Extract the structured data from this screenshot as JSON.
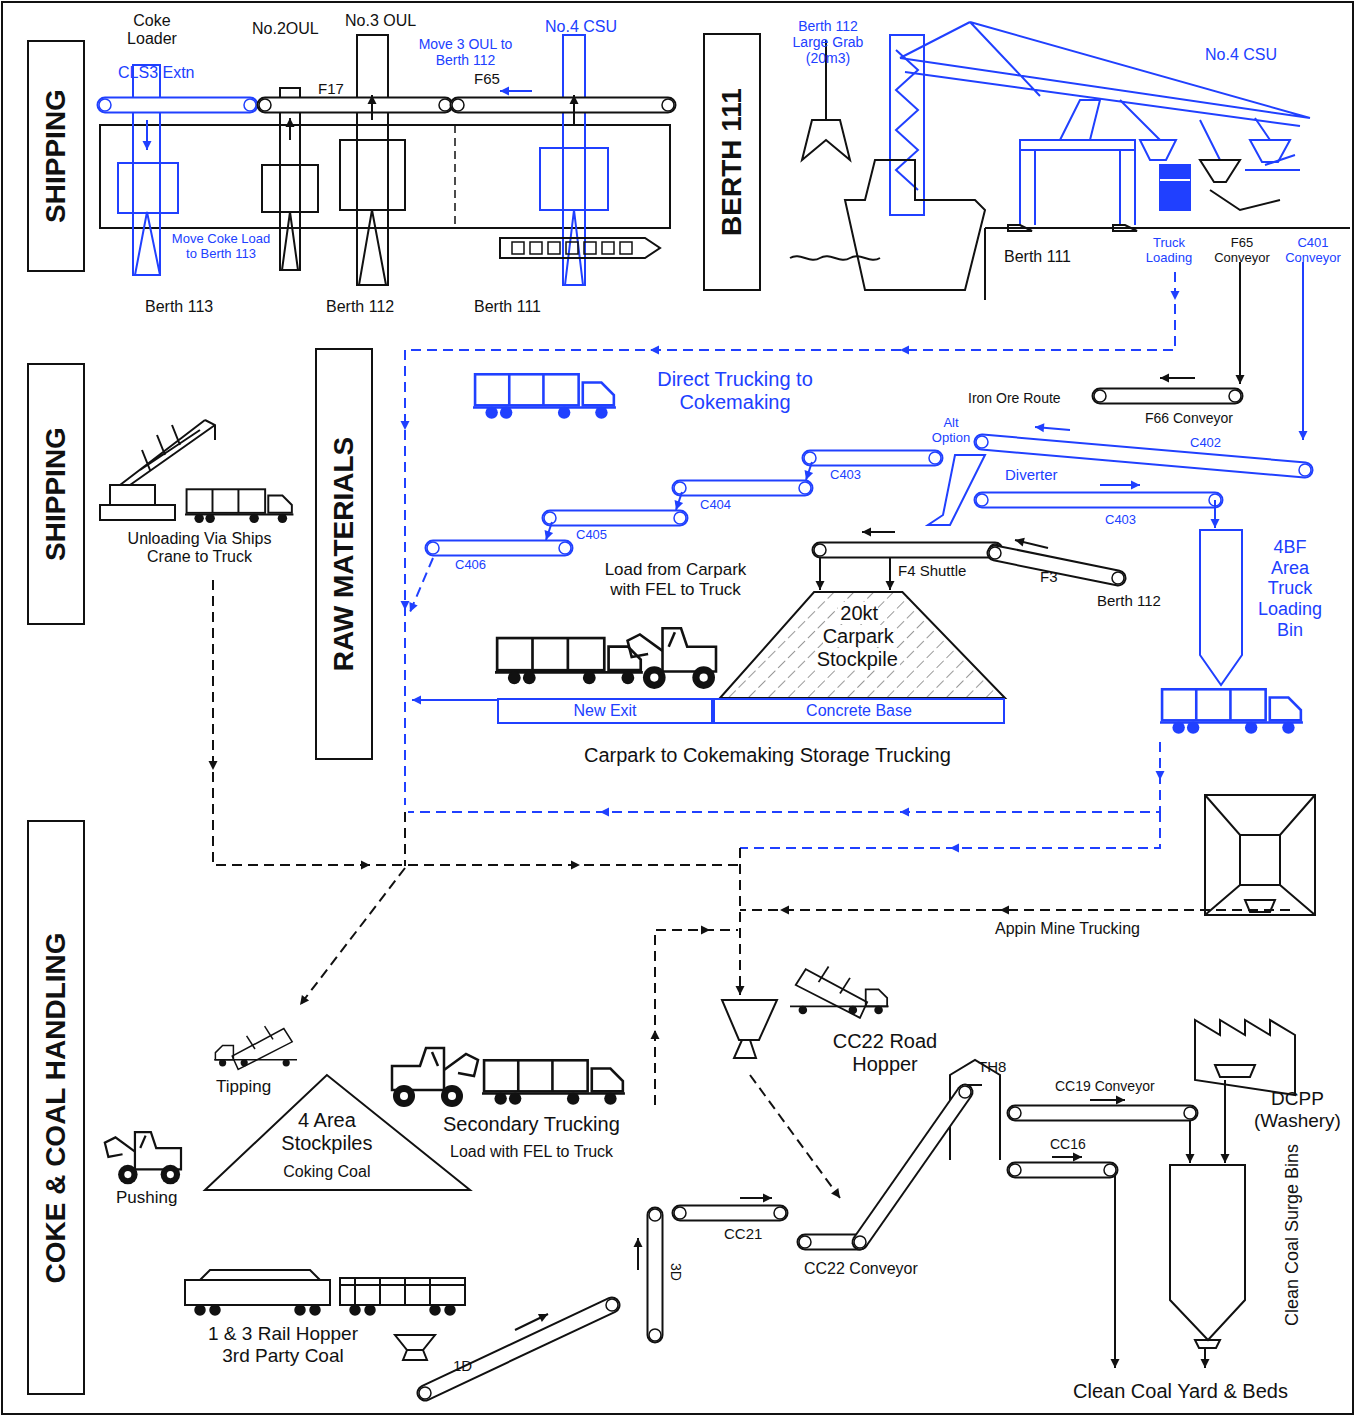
{
  "diagram": {
    "nodes": [
      {
        "text": [
          "SHIPPING"
        ]
      },
      {
        "text": [
          "BERTH 111"
        ]
      },
      {
        "text": [
          "SHIPPING"
        ]
      },
      {
        "text": [
          "RAW MATERIALS"
        ]
      },
      {
        "text": [
          "COKE & COAL HANDLING"
        ]
      },
      {
        "text": [
          "20kt Carpark Stockpile"
        ]
      },
      {
        "text": [
          "New Exit"
        ]
      },
      {
        "text": [
          "Concrete Base"
        ]
      },
      {
        "text": [
          "4 Area Stockpiles",
          "Coking Coal"
        ]
      }
    ],
    "labels": [
      "Coke Loader",
      "No.2OUL",
      "No.3 OUL",
      "CLS3 Extn",
      "F17",
      "Move 3 OUL to Berth 112",
      "F65",
      "No.4 CSU",
      "Move Coke Load to Berth 113",
      "Berth 113",
      "Berth 112",
      "Berth 111",
      "Berth 112 Large Grab (20m3)",
      "No.4 CSU",
      "Berth 111",
      "Truck Loading",
      "F65 Conveyor",
      "C401 Conveyor",
      "Direct Trucking to Cokemaking",
      "Iron Ore Route",
      "F66 Conveyor",
      "Alt Option",
      "C402",
      "C403",
      "Diverter",
      "C404",
      "C403",
      "C405",
      "C406",
      "4BF Area Truck Loading Bin",
      "F4 Shuttle",
      "Load from Carpark with FEL to Truck",
      "F3",
      "Berth 112",
      "Carpark to Cokemaking Storage Trucking",
      "Unloading Via Ships Crane to Truck",
      "Appin Mine Trucking",
      "CC22 Road Hopper",
      "TH8",
      "CC19 Conveyor",
      "DCPP (Washery)",
      "CC16",
      "Tipping",
      "Secondary Trucking",
      "Load with FEL to Truck",
      "Pushing",
      "CC21",
      "CC22 Conveyor",
      "Clean Coal Surge Bins",
      "3D",
      "1 & 3 Rail Hopper 3rd Party Coal",
      "1D",
      "Clean Coal Yard & Beds"
    ]
  }
}
